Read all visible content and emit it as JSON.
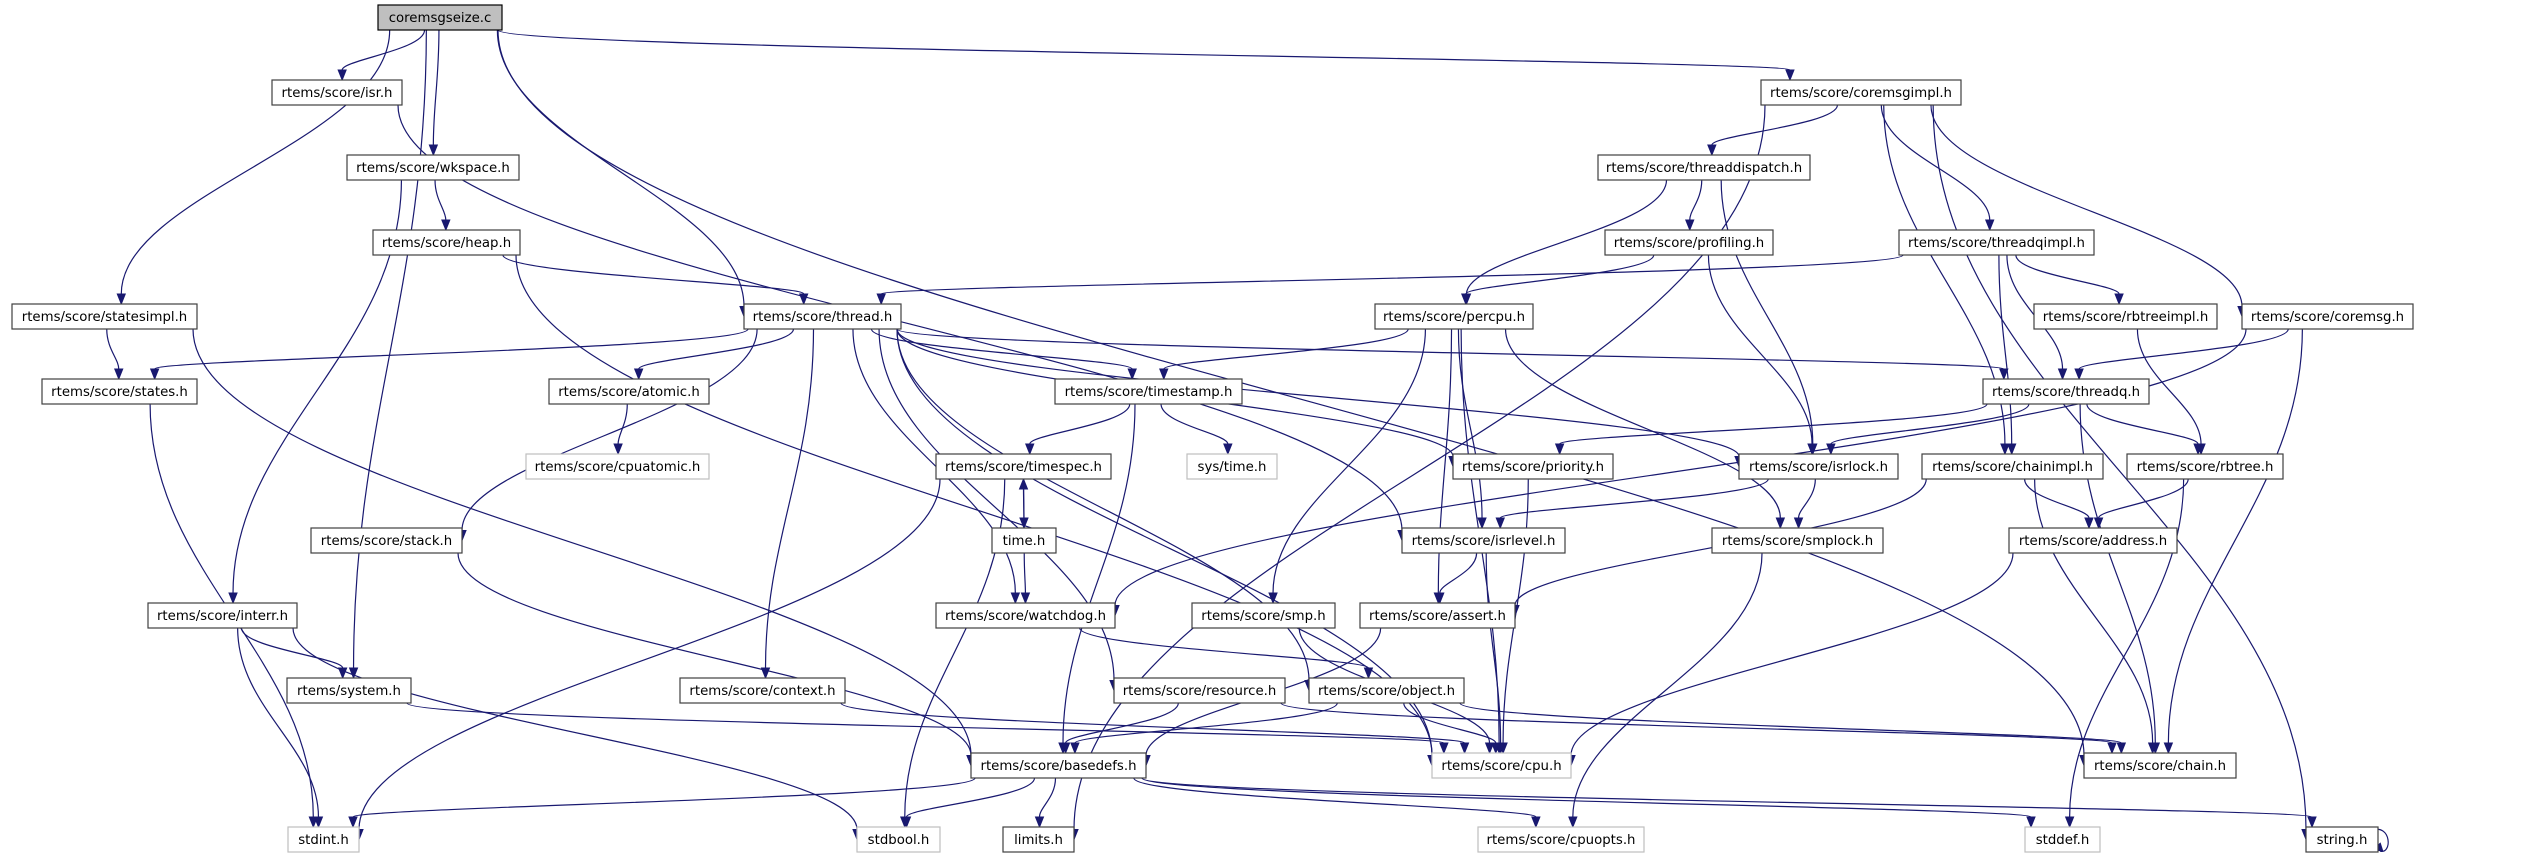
{
  "title": "coremsgseize.c include dependency graph",
  "colors": {
    "edge": "#191970",
    "root_fill": "#bfbfbf",
    "node_border": "#404040",
    "external_border": "#bfbfbf"
  },
  "nodes": [
    {
      "id": "coremsgseize",
      "label": "coremsgseize.c",
      "kind": "root"
    },
    {
      "id": "isr",
      "label": "rtems/score/isr.h",
      "kind": "internal"
    },
    {
      "id": "coremsgimpl",
      "label": "rtems/score/coremsgimpl.h",
      "kind": "internal"
    },
    {
      "id": "wkspace",
      "label": "rtems/score/wkspace.h",
      "kind": "internal"
    },
    {
      "id": "threaddispatch",
      "label": "rtems/score/threaddispatch.h",
      "kind": "internal"
    },
    {
      "id": "heap",
      "label": "rtems/score/heap.h",
      "kind": "internal"
    },
    {
      "id": "profiling",
      "label": "rtems/score/profiling.h",
      "kind": "internal"
    },
    {
      "id": "threadqimpl",
      "label": "rtems/score/threadqimpl.h",
      "kind": "internal"
    },
    {
      "id": "statesimpl",
      "label": "rtems/score/statesimpl.h",
      "kind": "internal"
    },
    {
      "id": "thread",
      "label": "rtems/score/thread.h",
      "kind": "internal"
    },
    {
      "id": "percpu",
      "label": "rtems/score/percpu.h",
      "kind": "internal"
    },
    {
      "id": "rbtreeimpl",
      "label": "rtems/score/rbtreeimpl.h",
      "kind": "internal"
    },
    {
      "id": "coremsg",
      "label": "rtems/score/coremsg.h",
      "kind": "internal"
    },
    {
      "id": "states",
      "label": "rtems/score/states.h",
      "kind": "internal"
    },
    {
      "id": "atomic",
      "label": "rtems/score/atomic.h",
      "kind": "internal"
    },
    {
      "id": "timestamp",
      "label": "rtems/score/timestamp.h",
      "kind": "internal"
    },
    {
      "id": "threadq",
      "label": "rtems/score/threadq.h",
      "kind": "internal"
    },
    {
      "id": "cpuatomic",
      "label": "rtems/score/cpuatomic.h",
      "kind": "external"
    },
    {
      "id": "timespec",
      "label": "rtems/score/timespec.h",
      "kind": "internal"
    },
    {
      "id": "systime",
      "label": "sys/time.h",
      "kind": "external"
    },
    {
      "id": "priority",
      "label": "rtems/score/priority.h",
      "kind": "internal"
    },
    {
      "id": "isrlock",
      "label": "rtems/score/isrlock.h",
      "kind": "internal"
    },
    {
      "id": "chainimpl",
      "label": "rtems/score/chainimpl.h",
      "kind": "internal"
    },
    {
      "id": "rbtree",
      "label": "rtems/score/rbtree.h",
      "kind": "internal"
    },
    {
      "id": "stack",
      "label": "rtems/score/stack.h",
      "kind": "internal"
    },
    {
      "id": "time",
      "label": "time.h",
      "kind": "internal"
    },
    {
      "id": "isrlevel",
      "label": "rtems/score/isrlevel.h",
      "kind": "internal"
    },
    {
      "id": "smplock",
      "label": "rtems/score/smplock.h",
      "kind": "internal"
    },
    {
      "id": "address",
      "label": "rtems/score/address.h",
      "kind": "internal"
    },
    {
      "id": "interr",
      "label": "rtems/score/interr.h",
      "kind": "internal"
    },
    {
      "id": "watchdog",
      "label": "rtems/score/watchdog.h",
      "kind": "internal"
    },
    {
      "id": "smp",
      "label": "rtems/score/smp.h",
      "kind": "internal"
    },
    {
      "id": "assert",
      "label": "rtems/score/assert.h",
      "kind": "internal"
    },
    {
      "id": "system",
      "label": "rtems/system.h",
      "kind": "internal"
    },
    {
      "id": "context",
      "label": "rtems/score/context.h",
      "kind": "internal"
    },
    {
      "id": "resource",
      "label": "rtems/score/resource.h",
      "kind": "internal"
    },
    {
      "id": "object",
      "label": "rtems/score/object.h",
      "kind": "internal"
    },
    {
      "id": "basedefs",
      "label": "rtems/score/basedefs.h",
      "kind": "internal"
    },
    {
      "id": "cpu",
      "label": "rtems/score/cpu.h",
      "kind": "external"
    },
    {
      "id": "chain",
      "label": "rtems/score/chain.h",
      "kind": "internal"
    },
    {
      "id": "stdint",
      "label": "stdint.h",
      "kind": "external"
    },
    {
      "id": "stdbool",
      "label": "stdbool.h",
      "kind": "external"
    },
    {
      "id": "limits",
      "label": "limits.h",
      "kind": "internal"
    },
    {
      "id": "cpuopts",
      "label": "rtems/score/cpuopts.h",
      "kind": "external"
    },
    {
      "id": "stddef",
      "label": "stddef.h",
      "kind": "external"
    },
    {
      "id": "string",
      "label": "string.h",
      "kind": "internal"
    }
  ],
  "edges": [
    [
      "coremsgseize",
      "isr"
    ],
    [
      "coremsgseize",
      "coremsgimpl"
    ],
    [
      "coremsgseize",
      "wkspace"
    ],
    [
      "coremsgseize",
      "statesimpl"
    ],
    [
      "coremsgseize",
      "thread"
    ],
    [
      "coremsgseize",
      "system"
    ],
    [
      "coremsgseize",
      "chain"
    ],
    [
      "isr",
      "isrlevel"
    ],
    [
      "coremsgimpl",
      "threaddispatch"
    ],
    [
      "coremsgimpl",
      "threadqimpl"
    ],
    [
      "coremsgimpl",
      "coremsg"
    ],
    [
      "coremsgimpl",
      "chainimpl"
    ],
    [
      "coremsgimpl",
      "limits"
    ],
    [
      "coremsgimpl",
      "string"
    ],
    [
      "wkspace",
      "heap"
    ],
    [
      "wkspace",
      "interr"
    ],
    [
      "threaddispatch",
      "percpu"
    ],
    [
      "threaddispatch",
      "profiling"
    ],
    [
      "threaddispatch",
      "isrlock"
    ],
    [
      "heap",
      "thread"
    ],
    [
      "heap",
      "cpu"
    ],
    [
      "profiling",
      "percpu"
    ],
    [
      "profiling",
      "isrlock"
    ],
    [
      "threadqimpl",
      "thread"
    ],
    [
      "threadqimpl",
      "threadq"
    ],
    [
      "threadqimpl",
      "rbtreeimpl"
    ],
    [
      "threadqimpl",
      "chainimpl"
    ],
    [
      "statesimpl",
      "states"
    ],
    [
      "statesimpl",
      "basedefs"
    ],
    [
      "thread",
      "states"
    ],
    [
      "thread",
      "atomic"
    ],
    [
      "thread",
      "timestamp"
    ],
    [
      "thread",
      "threadq"
    ],
    [
      "thread",
      "stack"
    ],
    [
      "thread",
      "context"
    ],
    [
      "thread",
      "resource"
    ],
    [
      "thread",
      "object"
    ],
    [
      "thread",
      "watchdog"
    ],
    [
      "thread",
      "priority"
    ],
    [
      "thread",
      "isrlock"
    ],
    [
      "thread",
      "cpu"
    ],
    [
      "percpu",
      "timestamp"
    ],
    [
      "percpu",
      "smp"
    ],
    [
      "percpu",
      "assert"
    ],
    [
      "percpu",
      "isrlevel"
    ],
    [
      "percpu",
      "smplock"
    ],
    [
      "percpu",
      "cpu"
    ],
    [
      "rbtreeimpl",
      "rbtree"
    ],
    [
      "coremsg",
      "threadq"
    ],
    [
      "coremsg",
      "chain"
    ],
    [
      "coremsg",
      "watchdog"
    ],
    [
      "states",
      "stdint"
    ],
    [
      "atomic",
      "cpuatomic"
    ],
    [
      "timestamp",
      "timespec"
    ],
    [
      "timestamp",
      "systime"
    ],
    [
      "timestamp",
      "basedefs"
    ],
    [
      "threadq",
      "priority"
    ],
    [
      "threadq",
      "isrlock"
    ],
    [
      "threadq",
      "rbtree"
    ],
    [
      "threadq",
      "chain"
    ],
    [
      "timespec",
      "time"
    ],
    [
      "timespec",
      "stdint"
    ],
    [
      "timespec",
      "stdbool"
    ],
    [
      "priority",
      "cpu"
    ],
    [
      "isrlock",
      "isrlevel"
    ],
    [
      "isrlock",
      "smplock"
    ],
    [
      "chainimpl",
      "address"
    ],
    [
      "chainimpl",
      "chain"
    ],
    [
      "chainimpl",
      "assert"
    ],
    [
      "rbtree",
      "address"
    ],
    [
      "rbtree",
      "stddef"
    ],
    [
      "stack",
      "basedefs"
    ],
    [
      "time",
      "timespec"
    ],
    [
      "time",
      "watchdog"
    ],
    [
      "isrlevel",
      "assert"
    ],
    [
      "isrlevel",
      "cpu"
    ],
    [
      "smplock",
      "cpuopts"
    ],
    [
      "address",
      "cpu"
    ],
    [
      "interr",
      "system"
    ],
    [
      "interr",
      "stdint"
    ],
    [
      "interr",
      "stdbool"
    ],
    [
      "watchdog",
      "object"
    ],
    [
      "smp",
      "cpu"
    ],
    [
      "assert",
      "basedefs"
    ],
    [
      "system",
      "cpu"
    ],
    [
      "context",
      "cpu"
    ],
    [
      "resource",
      "basedefs"
    ],
    [
      "resource",
      "chain"
    ],
    [
      "object",
      "basedefs"
    ],
    [
      "object",
      "cpu"
    ],
    [
      "object",
      "chain"
    ],
    [
      "basedefs",
      "stdint"
    ],
    [
      "basedefs",
      "stdbool"
    ],
    [
      "basedefs",
      "limits"
    ],
    [
      "basedefs",
      "cpuopts"
    ],
    [
      "basedefs",
      "stddef"
    ],
    [
      "basedefs",
      "string"
    ],
    [
      "string",
      "string"
    ]
  ]
}
